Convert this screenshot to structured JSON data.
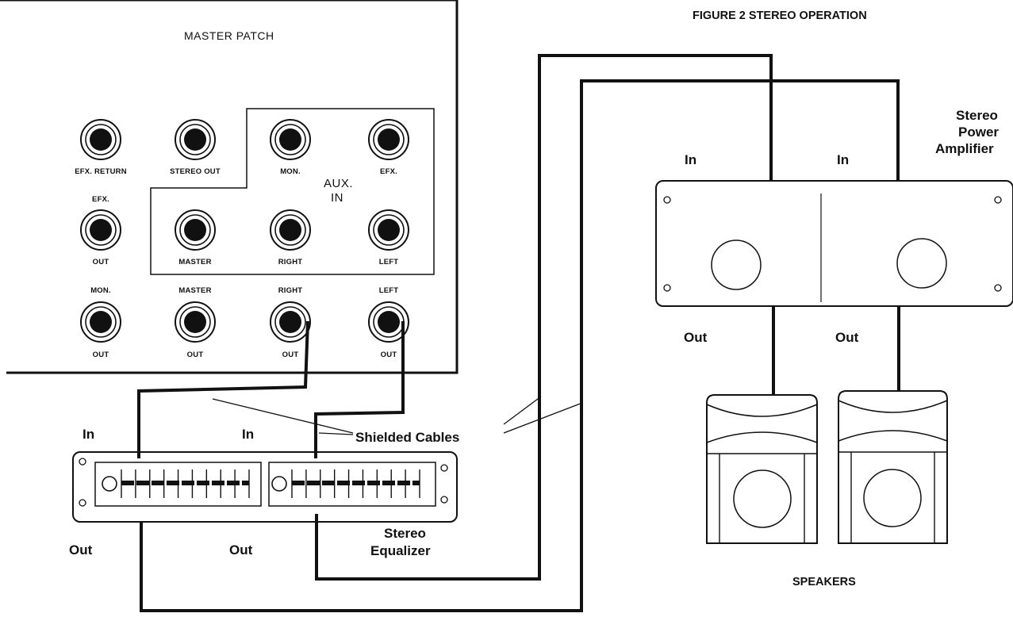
{
  "figure_title": "FIGURE 2 STEREO OPERATION",
  "patch": {
    "title": "MASTER PATCH",
    "aux_label_line1": "AUX.",
    "aux_label_line2": "IN",
    "jacks": [
      {
        "top": "",
        "bottom": "EFX. RETURN"
      },
      {
        "top": "",
        "bottom": "STEREO OUT"
      },
      {
        "top": "",
        "bottom": "MON."
      },
      {
        "top": "",
        "bottom": "EFX."
      },
      {
        "top": "EFX.",
        "bottom": "OUT"
      },
      {
        "top": "",
        "bottom": "MASTER"
      },
      {
        "top": "",
        "bottom": "RIGHT"
      },
      {
        "top": "",
        "bottom": "LEFT"
      },
      {
        "top": "MON.",
        "bottom": "OUT"
      },
      {
        "top": "MASTER",
        "bottom": "OUT"
      },
      {
        "top": "RIGHT",
        "bottom": "OUT"
      },
      {
        "top": "LEFT",
        "bottom": "OUT"
      }
    ]
  },
  "amplifier": {
    "name_line1": "Stereo",
    "name_line2": "Power",
    "name_line3": "Amplifier",
    "in_left": "In",
    "in_right": "In",
    "out_left": "Out",
    "out_right": "Out"
  },
  "equalizer": {
    "name_line1": "Stereo",
    "name_line2": "Equalizer",
    "in_left": "In",
    "in_right": "In",
    "out_left": "Out",
    "out_right": "Out"
  },
  "cables_label": "Shielded Cables",
  "speakers_label": "SPEAKERS"
}
